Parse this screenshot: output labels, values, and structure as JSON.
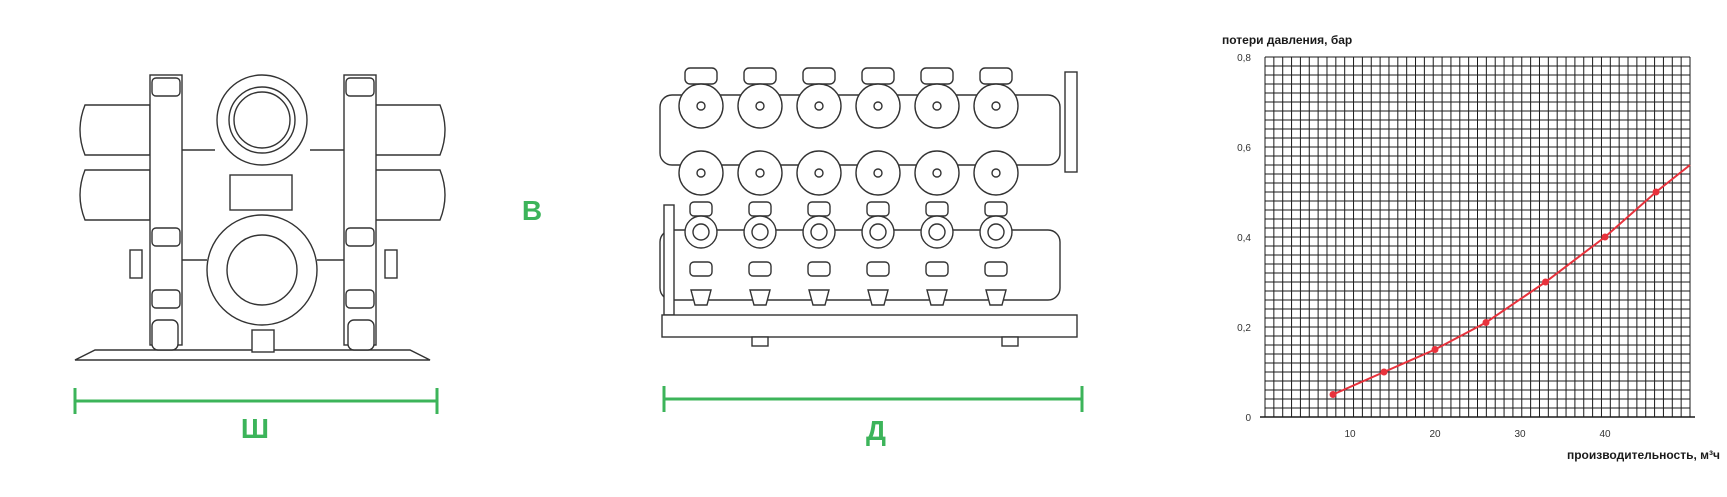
{
  "dimensions": {
    "width_label": "Ш",
    "height_label": "В",
    "length_label": "Д",
    "color": "#3cb45a"
  },
  "chart_data": {
    "type": "line",
    "ylabel": "потери давления, бар",
    "xlabel": "производительность, м³ч",
    "x_ticks": [
      "10",
      "20",
      "30",
      "40"
    ],
    "y_ticks": [
      "0",
      "0,2",
      "0,4",
      "0,6",
      "0,8"
    ],
    "xlim": [
      0,
      50
    ],
    "ylim": [
      0,
      0.8
    ],
    "grid": true,
    "line_color": "#e8323c",
    "x": [
      8,
      14,
      20,
      26,
      33,
      40,
      46,
      50
    ],
    "y": [
      0.05,
      0.1,
      0.15,
      0.21,
      0.3,
      0.4,
      0.5,
      0.56
    ],
    "markers": [
      true,
      true,
      true,
      true,
      true,
      true,
      true,
      false
    ]
  }
}
